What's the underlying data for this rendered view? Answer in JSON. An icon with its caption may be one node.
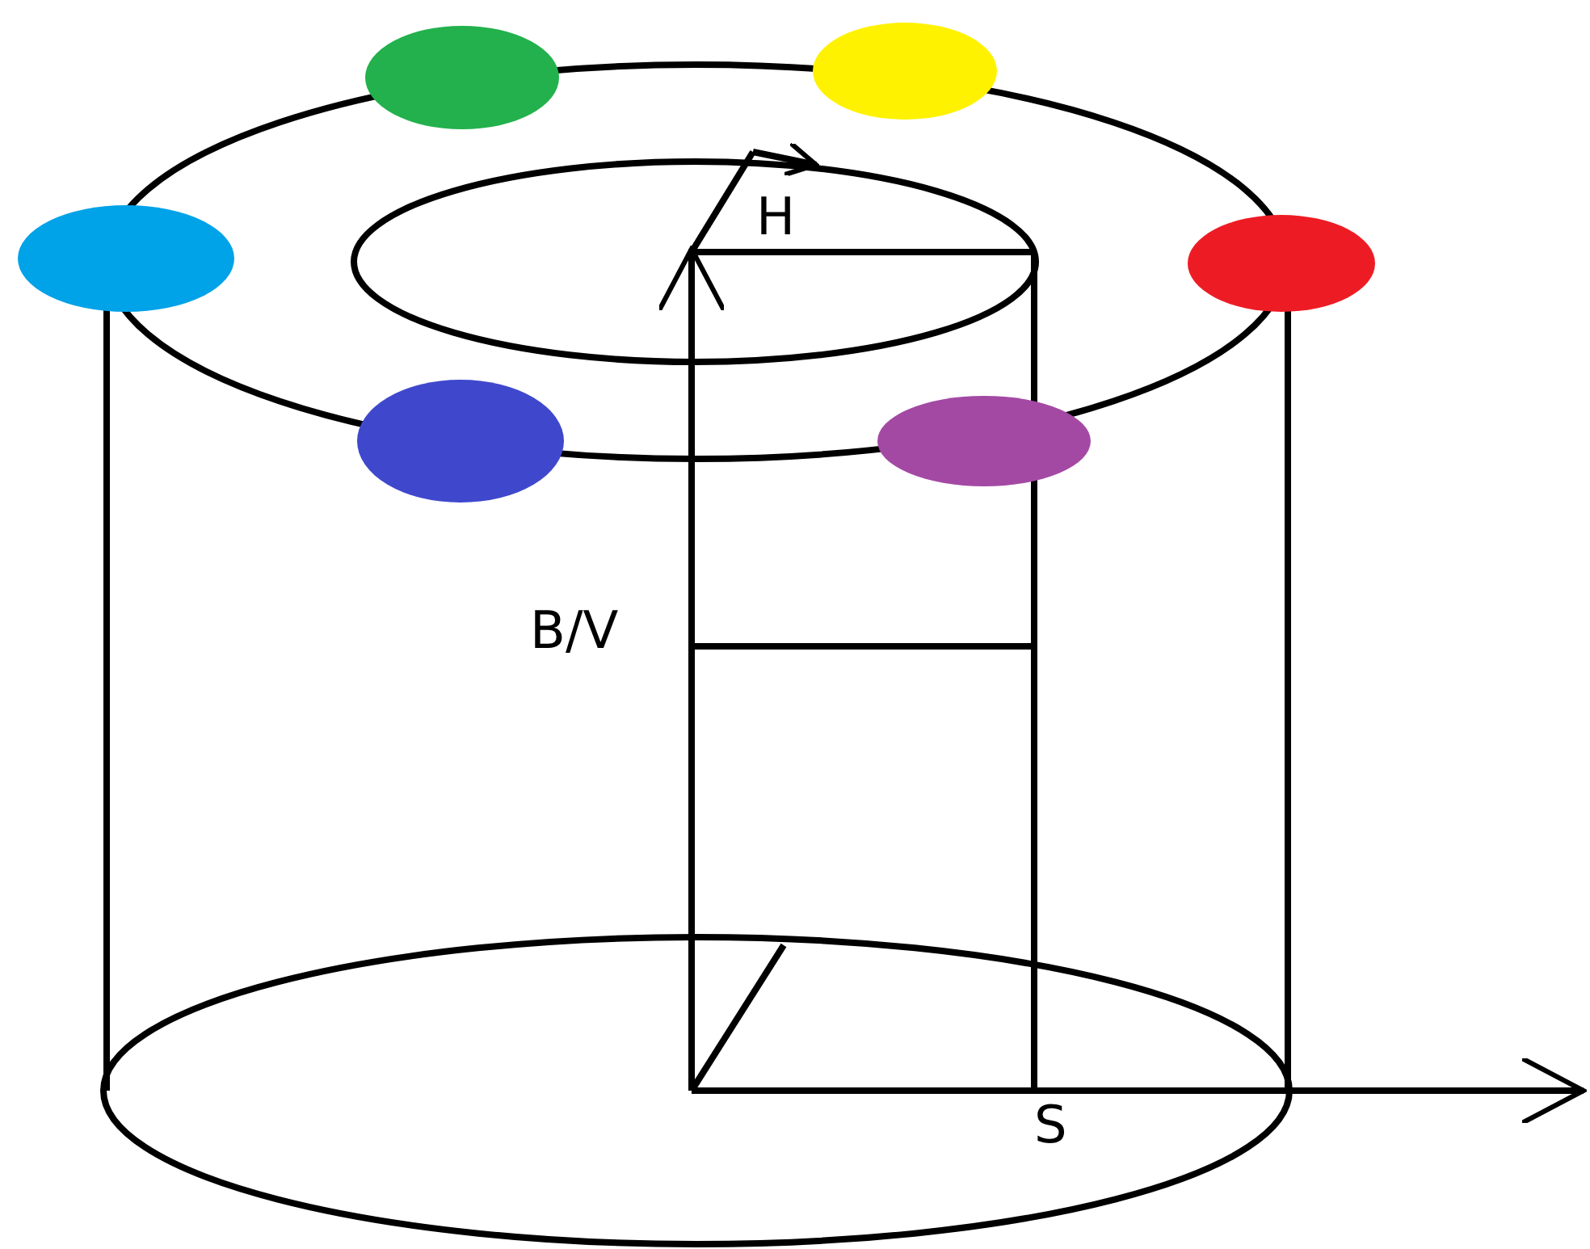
{
  "diagram": {
    "labels": [
      "H",
      "B/V",
      "S"
    ]
  }
}
